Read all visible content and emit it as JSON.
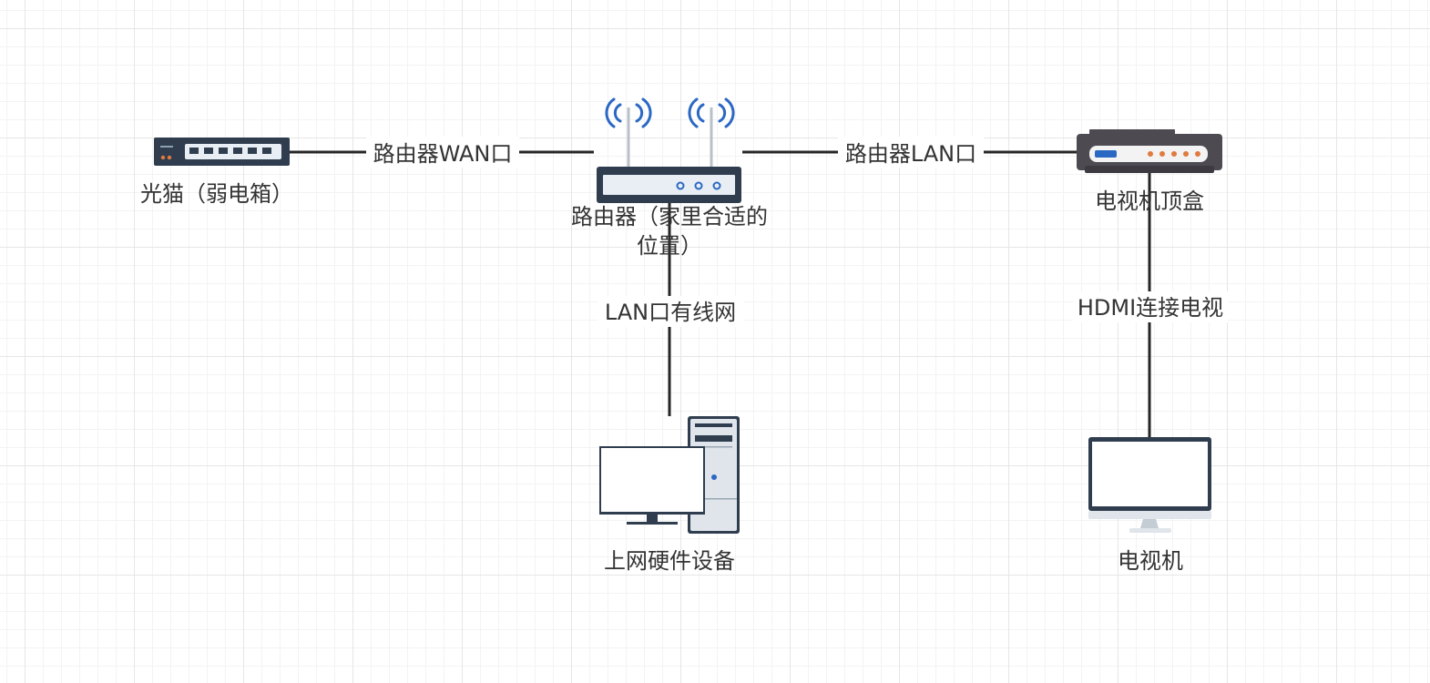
{
  "nodes": {
    "modem": {
      "label": "光猫（弱电箱）"
    },
    "router": {
      "label_line1": "路由器（家里合适的",
      "label_line2": "位置）"
    },
    "settop": {
      "label": "电视机顶盒"
    },
    "pc": {
      "label": "上网硬件设备"
    },
    "tv": {
      "label": "电视机"
    }
  },
  "edges": {
    "modem_router": {
      "label": "路由器WAN口"
    },
    "router_settop": {
      "label": "路由器LAN口"
    },
    "router_pc": {
      "label": "LAN口有线网"
    },
    "settop_tv": {
      "label": "HDMI连接电视"
    }
  },
  "colors": {
    "line": "#262626",
    "device_dark": "#2f3d4f",
    "device_panel": "#e8eef3",
    "accent_blue": "#2b68c4",
    "accent_orange": "#e07a3f",
    "grid": "#e6e6e6"
  },
  "icons": {
    "modem": "network-switch-icon",
    "router": "wifi-router-icon",
    "settop": "set-top-box-icon",
    "pc": "desktop-computer-icon",
    "tv": "monitor-icon"
  }
}
